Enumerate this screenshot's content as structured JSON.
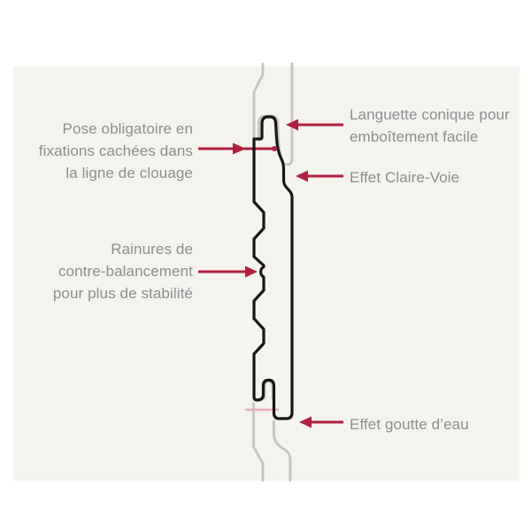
{
  "diagram": {
    "type": "cladding-board-profile-cross-section",
    "labels": {
      "hidden_fixings": {
        "lines": [
          "Pose obligatoire en",
          "fixations cachées dans",
          "la ligne de clouage"
        ],
        "arrow_direction": "right",
        "side": "left"
      },
      "counterbalance_grooves": {
        "lines": [
          "Rainures de",
          "contre-balancement",
          "pour plus de stabilité"
        ],
        "arrow_direction": "right",
        "side": "left"
      },
      "tongue": {
        "lines": [
          "Languette conique pour",
          "emboîtement facile"
        ],
        "arrow_direction": "left",
        "side": "right"
      },
      "claire_voie": {
        "lines": [
          "Effet Claire-Voie"
        ],
        "arrow_direction": "left",
        "side": "right"
      },
      "drip_edge": {
        "lines": [
          "Effet goutte d’eau"
        ],
        "arrow_direction": "left",
        "side": "right"
      }
    },
    "colors": {
      "background": "#ffffff",
      "panel": "#f4f3ee",
      "profile_main": "#161616",
      "profile_adjacent": "#c7c5c0",
      "arrow_red": "#b01f3e",
      "nail_line_pink": "#ecabb8",
      "label_text": "#8b8d90"
    }
  }
}
